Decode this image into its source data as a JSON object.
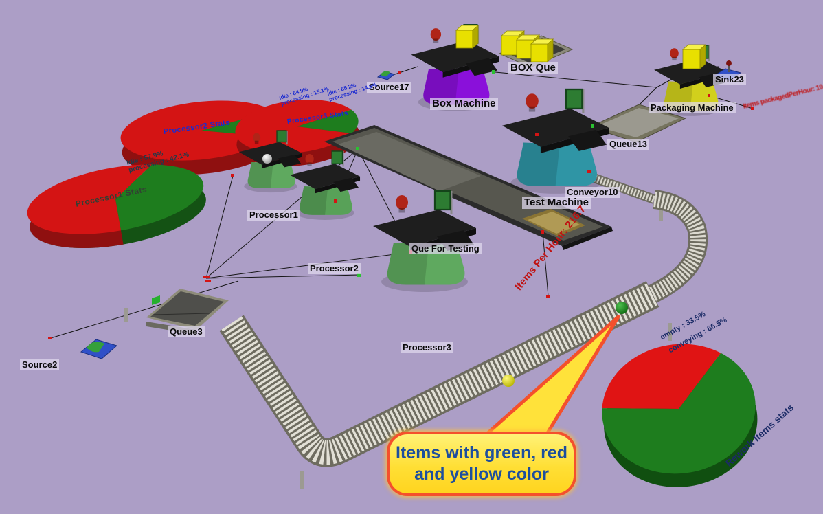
{
  "scene": {
    "background": "#ac9ec6",
    "colors": {
      "accent_red": "#d41414",
      "accent_green": "#1e7d1e",
      "callout_fill": "#ffe23a",
      "callout_border": "#ff5030",
      "item_colors": [
        "green",
        "red",
        "yellow"
      ]
    }
  },
  "labels": {
    "source17": "Source17",
    "box_machine": "Box Machine",
    "box_que": "BOX Que",
    "sink23": "Sink23",
    "packaging_machine": "Packaging Machine",
    "queue13": "Queue13",
    "conveyor10": "Conveyor10",
    "test_machine": "Test Machine",
    "que_for_testing": "Que For Testing",
    "processor1": "Processor1",
    "processor2": "Processor2",
    "processor3": "Processor3",
    "queue3": "Queue3",
    "source2": "Source2"
  },
  "annotations": {
    "items_per_hour": "Items Per Hour: 216.7",
    "items_packaged": "Items packagedPerHour: 19"
  },
  "callout": {
    "line1": "Items with green, red",
    "line2": "and yellow color"
  },
  "pies": {
    "p1": {
      "title": "Processor1 Stats",
      "stat1": "idle : 57.9%",
      "stat2": "processing : 42.1%"
    },
    "p2": {
      "title": "Processor2 Stats",
      "stat1": "idle : 84.9%",
      "stat2": "processing : 15.1%"
    },
    "p3": {
      "title": "Processor3 Stats",
      "stat1": "idle : 85.2%",
      "stat2": "processing : 14.8%"
    },
    "rework": {
      "title": "Rework Items stats",
      "stat1": "empty : 33.5%",
      "stat2": "conveying : 66.5%"
    }
  },
  "chart_data": [
    {
      "type": "pie",
      "title": "Processor1 Stats",
      "labels": [
        "idle",
        "processing"
      ],
      "values": [
        57.9,
        42.1
      ],
      "colors": [
        "#d41414",
        "#1e7d1e"
      ],
      "legend_position": "above-right"
    },
    {
      "type": "pie",
      "title": "Processor2 Stats",
      "labels": [
        "idle",
        "processing"
      ],
      "values": [
        84.9,
        15.1
      ],
      "colors": [
        "#d41414",
        "#1e7d1e"
      ],
      "legend_position": "above-right"
    },
    {
      "type": "pie",
      "title": "Processor3 Stats",
      "labels": [
        "idle",
        "processing"
      ],
      "values": [
        85.2,
        14.8
      ],
      "colors": [
        "#d41414",
        "#1e7d1e"
      ],
      "legend_position": "above-right"
    },
    {
      "type": "pie",
      "title": "Rework Items stats",
      "labels": [
        "empty",
        "conveying"
      ],
      "values": [
        33.5,
        66.5
      ],
      "colors": [
        "#e01414",
        "#1e7d1e"
      ],
      "legend_position": "above"
    }
  ]
}
